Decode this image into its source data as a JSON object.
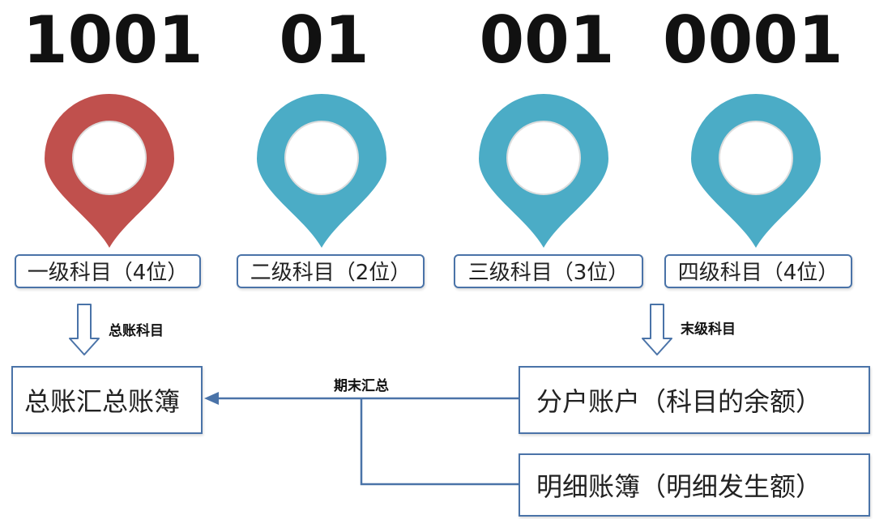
{
  "codes": [
    "1001",
    "01",
    "001",
    "0001"
  ],
  "pins": [
    {
      "color": "#c0504d",
      "inner": "#ffffff"
    },
    {
      "color": "#4bacc6",
      "inner": "#ffffff"
    },
    {
      "color": "#4bacc6",
      "inner": "#ffffff"
    },
    {
      "color": "#4bacc6",
      "inner": "#ffffff"
    }
  ],
  "levels": [
    "一级科目（4位）",
    "二级科目（2位）",
    "三级科目（3位）",
    "四级科目（4位）"
  ],
  "notes": {
    "left_arrow": "总账科目",
    "right_arrow": "末级科目",
    "connector": "期末汇总"
  },
  "boxes": {
    "general_ledger": "总账汇总账簿",
    "sub_account": "分户账户（科目的余额）",
    "detail_ledger": "明细账簿（明细发生额）"
  },
  "colors": {
    "line": "#4a73a8",
    "arrow_outline": "#4a73a8"
  }
}
